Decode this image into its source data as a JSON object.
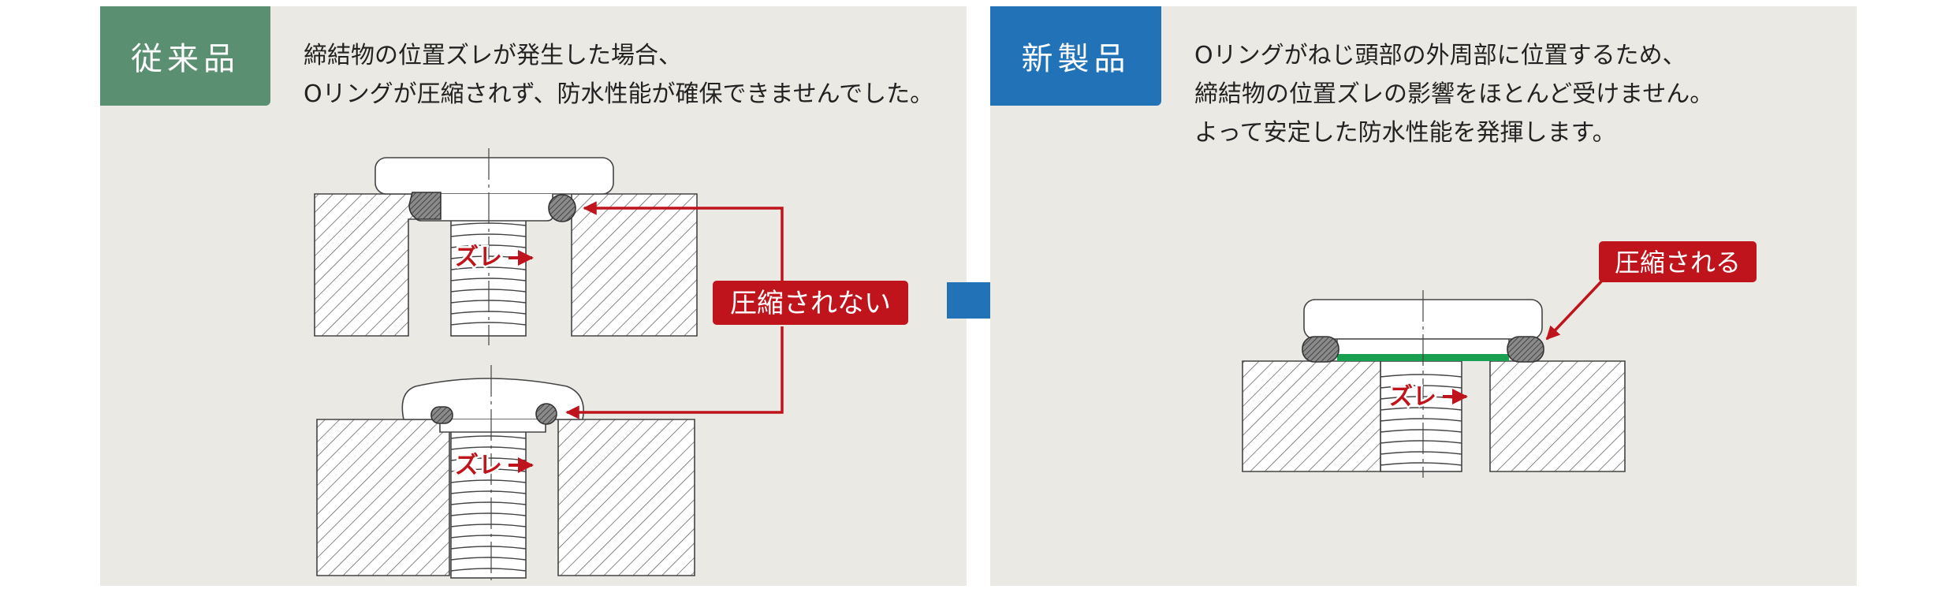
{
  "left": {
    "badge": "従来品",
    "description": [
      "締結物の位置ズレが発生した場合、",
      "Oリングが圧縮されず、防水性能が確保できませんでした。"
    ],
    "callout": "圧縮されない",
    "shift_label_top": "ズレ",
    "shift_label_bottom": "ズレ"
  },
  "right": {
    "badge": "新製品",
    "description": [
      "Oリングがねじ頭部の外周部に位置するため、",
      "締結物の位置ズレの影響をほとんど受けません。",
      "よって安定した防水性能を発揮します。"
    ],
    "callout": "圧縮される",
    "shift_label": "ズレ"
  },
  "colors": {
    "panel_bg": "#ebe9e4",
    "old_badge": "#5a8f72",
    "new_badge": "#2272b8",
    "accent_red": "#c0141c",
    "arrow_blue": "#2272b8",
    "seal_green": "#18a050"
  }
}
